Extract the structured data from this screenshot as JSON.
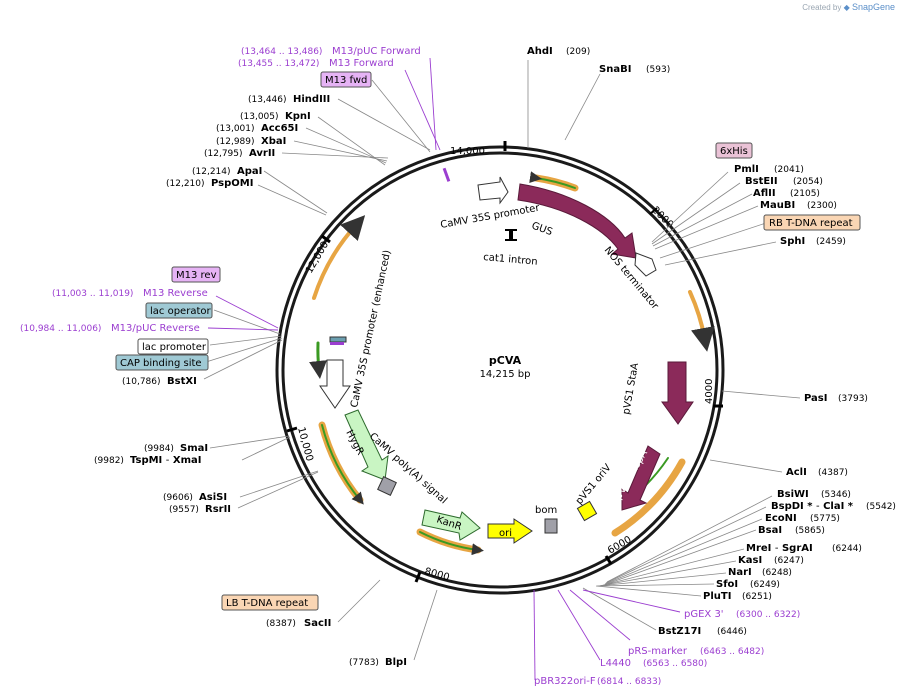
{
  "credit": {
    "prefix": "Created by",
    "brand": "SnapGene"
  },
  "plasmid": {
    "name": "pCVA",
    "size_label": "14,215 bp",
    "length": 14215
  },
  "ticks": [
    "2000",
    "4000",
    "6000",
    "8000",
    "10,000",
    "12,000",
    "14,000"
  ],
  "enzymes": {
    "ahdi": {
      "name": "AhdI",
      "pos": "(209)"
    },
    "snabi": {
      "name": "SnaBI",
      "pos": "(593)"
    },
    "pmli": {
      "name": "PmlI",
      "pos": "(2041)"
    },
    "bsteii": {
      "name": "BstEII",
      "pos": "(2054)"
    },
    "aflii": {
      "name": "AflII",
      "pos": "(2105)"
    },
    "maubi": {
      "name": "MauBI",
      "pos": "(2300)"
    },
    "sphi": {
      "name": "SphI",
      "pos": "(2459)"
    },
    "pasi": {
      "name": "PasI",
      "pos": "(3793)"
    },
    "acli": {
      "name": "AclI",
      "pos": "(4387)"
    },
    "bsiwi": {
      "name": "BsiWI",
      "pos": "(5346)"
    },
    "bspdi": {
      "name": "BspDI",
      "star": "*",
      "sep": "-",
      "name2": "ClaI",
      "star2": "*",
      "pos": "(5542)"
    },
    "econi": {
      "name": "EcoNI",
      "pos": "(5775)"
    },
    "bsai": {
      "name": "BsaI",
      "pos": "(5865)"
    },
    "mrei": {
      "name": "MreI",
      "sep": "-",
      "name2": "SgrAI",
      "pos": "(6244)"
    },
    "kasi": {
      "name": "KasI",
      "pos": "(6247)"
    },
    "nari": {
      "name": "NarI",
      "pos": "(6248)"
    },
    "sfoi": {
      "name": "SfoI",
      "pos": "(6249)"
    },
    "pluti": {
      "name": "PluTI",
      "pos": "(6251)"
    },
    "bstz17i": {
      "name": "BstZ17I",
      "pos": "(6446)"
    },
    "blpi": {
      "name": "BlpI",
      "pos": "(7783)"
    },
    "sacii": {
      "name": "SacII",
      "pos": "(8387)"
    },
    "rsrii": {
      "name": "RsrII",
      "pos": "(9557)"
    },
    "asisi": {
      "name": "AsiSI",
      "pos": "(9606)"
    },
    "tspmi": {
      "name": "TspMI",
      "sep": "-",
      "name2": "XmaI",
      "pos": "(9982)"
    },
    "smai": {
      "name": "SmaI",
      "pos": "(9984)"
    },
    "bstxi": {
      "name": "BstXI",
      "pos": "(10,786)"
    },
    "pspomi": {
      "name": "PspOMI",
      "pos": "(12,210)"
    },
    "apai": {
      "name": "ApaI",
      "pos": "(12,214)"
    },
    "avrii": {
      "name": "AvrII",
      "pos": "(12,795)"
    },
    "xbai": {
      "name": "XbaI",
      "pos": "(12,989)"
    },
    "acc65i": {
      "name": "Acc65I",
      "pos": "(13,001)"
    },
    "kpni": {
      "name": "KpnI",
      "pos": "(13,005)"
    },
    "hindiii": {
      "name": "HindIII",
      "pos": "(13,446)"
    }
  },
  "primers": {
    "m13puc_fwd": {
      "name": "M13/pUC Forward",
      "pos": "(13,464 .. 13,486)"
    },
    "m13_fwd": {
      "name": "M13 Forward",
      "pos": "(13,455 .. 13,472)"
    },
    "m13_rev": {
      "name": "M13 Reverse",
      "pos": "(11,003 .. 11,019)"
    },
    "m13puc_rev": {
      "name": "M13/pUC Reverse",
      "pos": "(10,984 .. 11,006)"
    },
    "pgex3": {
      "name": "pGEX 3'",
      "pos": "(6300 .. 6322)"
    },
    "prs": {
      "name": "pRS-marker",
      "pos": "(6463 .. 6482)"
    },
    "l4440": {
      "name": "L4440",
      "pos": "(6563 .. 6580)"
    },
    "pbr": {
      "name": "pBR322ori-F",
      "pos": "(6814 .. 6833)"
    }
  },
  "boxes": {
    "m13fwd": "M13 fwd",
    "sixhis": "6xHis",
    "rb": "RB T-DNA repeat",
    "m13rev": "M13 rev",
    "lacop": "lac operator",
    "lacprom": "lac promoter",
    "cap": "CAP binding site",
    "lb": "LB T-DNA repeat"
  },
  "features": {
    "camv35s": "CaMV 35S promoter",
    "gus": "GUS",
    "cat1": "cat1 intron",
    "nos": "NOS terminator",
    "camv_enh": "CaMV 35S promoter (enhanced)",
    "pvs1staa": "pVS1 StaA",
    "pvs1repa": "pVS1 RepA",
    "pvs1oriv": "pVS1 oriV",
    "bom": "bom",
    "ori": "ori",
    "kanr": "KanR",
    "hygr": "HygR",
    "polya": "CaMV poly(A) signal"
  },
  "colors": {
    "backbone": "#1a1a1a",
    "gus": "#8b2a5a",
    "pvs1": "#8b2a5a",
    "ori": "#ffff00",
    "hygr": "#c9f5c3",
    "kanr": "#c9f5c3",
    "primer": "#9b3ed0",
    "orange_arc": "#e7a543",
    "green_arc": "#3a9a22"
  }
}
